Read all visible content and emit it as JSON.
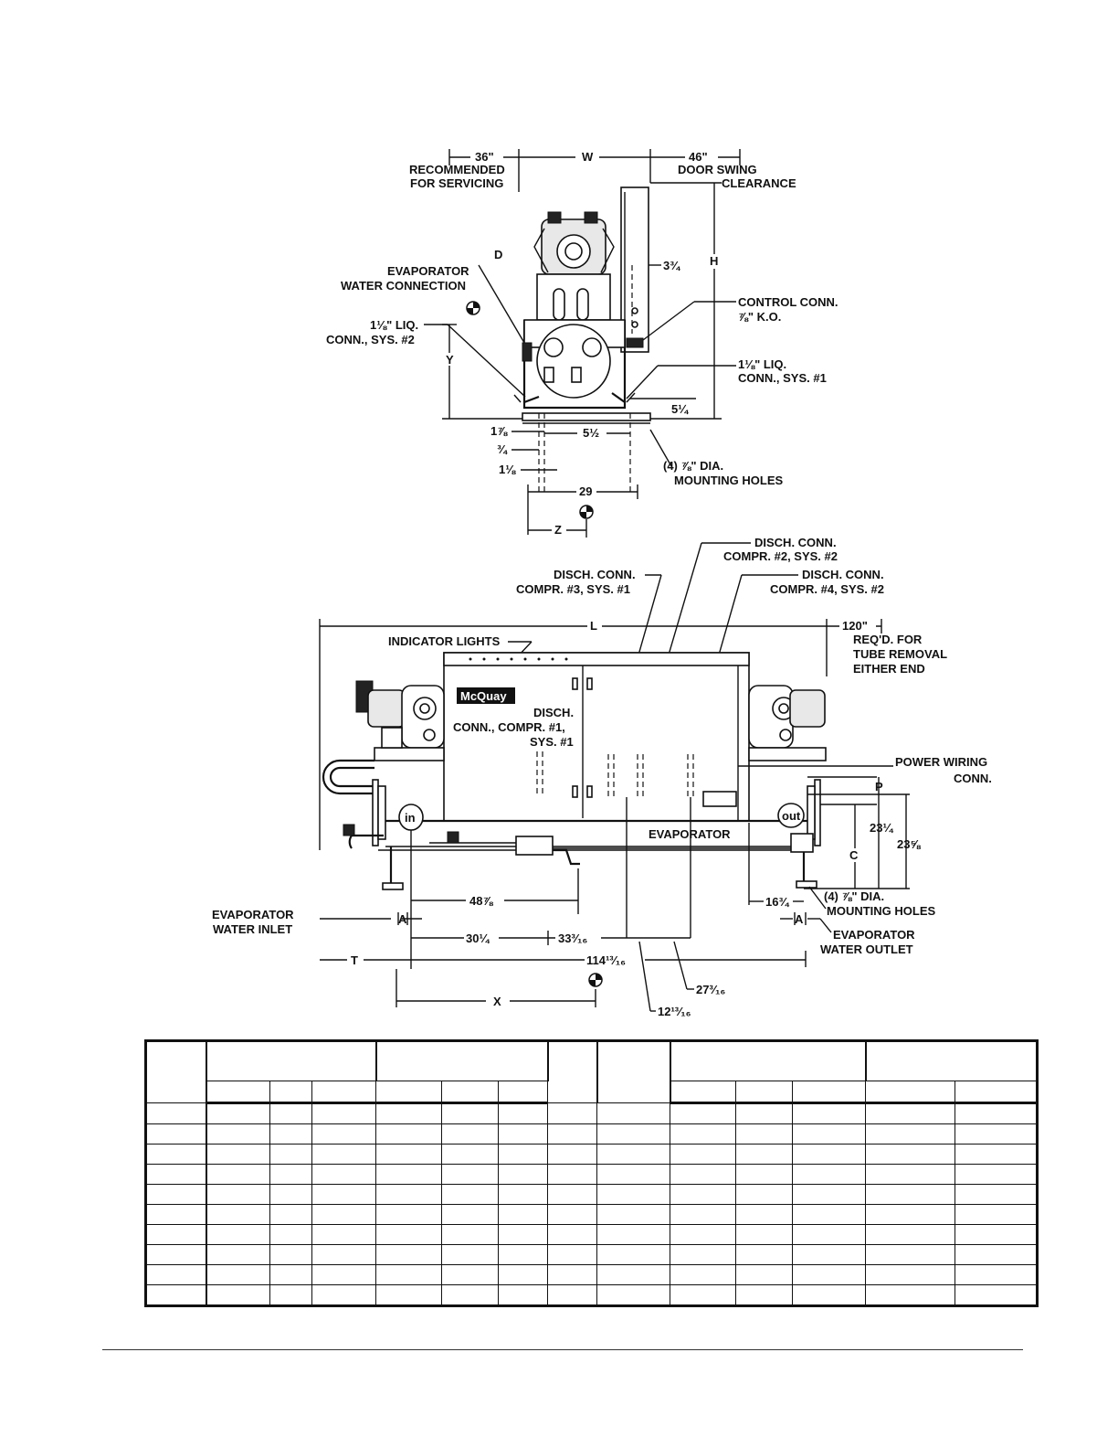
{
  "top_view": {
    "service_clearance_dim": "36\"",
    "service_clearance_l1": "RECOMMENDED",
    "service_clearance_l2": "FOR SERVICING",
    "width_dim": "W",
    "door_clearance_dim": "46\"",
    "door_clearance_l1": "DOOR SWING",
    "door_clearance_l2": "CLEARANCE",
    "height_dim": "H",
    "evap_conn_letter": "D",
    "evap_conn_l1": "EVAPORATOR",
    "evap_conn_l2": "WATER CONNECTION",
    "dim_3_3_4": "3¾",
    "control_conn_l1": "CONTROL CONN.",
    "control_conn_l2": "⅞\" K.O.",
    "liq_sys2_l1": "1⅛\" LIQ.",
    "liq_sys2_l2": "CONN., SYS. #2",
    "dim_y": "Y",
    "liq_sys1_l1": "1⅛\" LIQ.",
    "liq_sys1_l2": "CONN., SYS. #1",
    "dim_5_1_4": "5¼",
    "dim_1_7_8": "1⅞",
    "dim_5_1_2": "5½",
    "dim_3_4": "¾",
    "dim_1_1_8": "1⅛",
    "mount_holes_l1": "(4) ⅞\" DIA.",
    "mount_holes_l2": "MOUNTING HOLES",
    "dim_29": "29",
    "dim_z": "Z"
  },
  "side_view": {
    "disch_sys2_l1": "DISCH. CONN.",
    "disch_sys2_l2": "COMPR. #2, SYS. #2",
    "disch_c3_l1": "DISCH. CONN.",
    "disch_c3_l2": "COMPR. #3, SYS. #1",
    "disch_c4_l1": "DISCH. CONN.",
    "disch_c4_l2": "COMPR. #4, SYS. #2",
    "length_dim": "L",
    "tube_dim": "120\"",
    "tube_l1": "REQ'D. FOR",
    "tube_l2": "TUBE REMOVAL",
    "tube_l3": "EITHER END",
    "indicator_lights": "INDICATOR LIGHTS",
    "brand": "McQuay",
    "disch_c1_l1": "DISCH.",
    "disch_c1_l2": "CONN., COMPR. #1,",
    "disch_c1_l3": "SYS. #1",
    "power_l1": "POWER WIRING",
    "power_l2": "CONN.",
    "dim_p": "P",
    "in_label": "in",
    "out_label": "out",
    "evaporator": "EVAPORATOR",
    "dim_23_1_4": "23¼",
    "dim_23_5_8": "23⅝",
    "dim_c": "C",
    "dim_48_7_8": "48⅞",
    "dim_16_3_4": "16¾",
    "mount_holes_l1": "(4) ⅞\" DIA.",
    "mount_holes_l2": "MOUNTING HOLES",
    "evap_inlet_l1": "EVAPORATOR",
    "evap_inlet_l2": "WATER INLET",
    "dim_a_left": "A",
    "dim_a_right": "A",
    "evap_outlet_l1": "EVAPORATOR",
    "evap_outlet_l2": "WATER OUTLET",
    "dim_30_1_4": "30¼",
    "dim_33_3_16": "33³⁄₁₆",
    "dim_t": "T",
    "dim_114": "114¹³⁄₁₆",
    "dim_27_3_16": "27³⁄₁₆",
    "dim_x": "X",
    "dim_12_13_16": "12¹³⁄₁₆"
  },
  "table": {
    "body_rows": 10
  }
}
